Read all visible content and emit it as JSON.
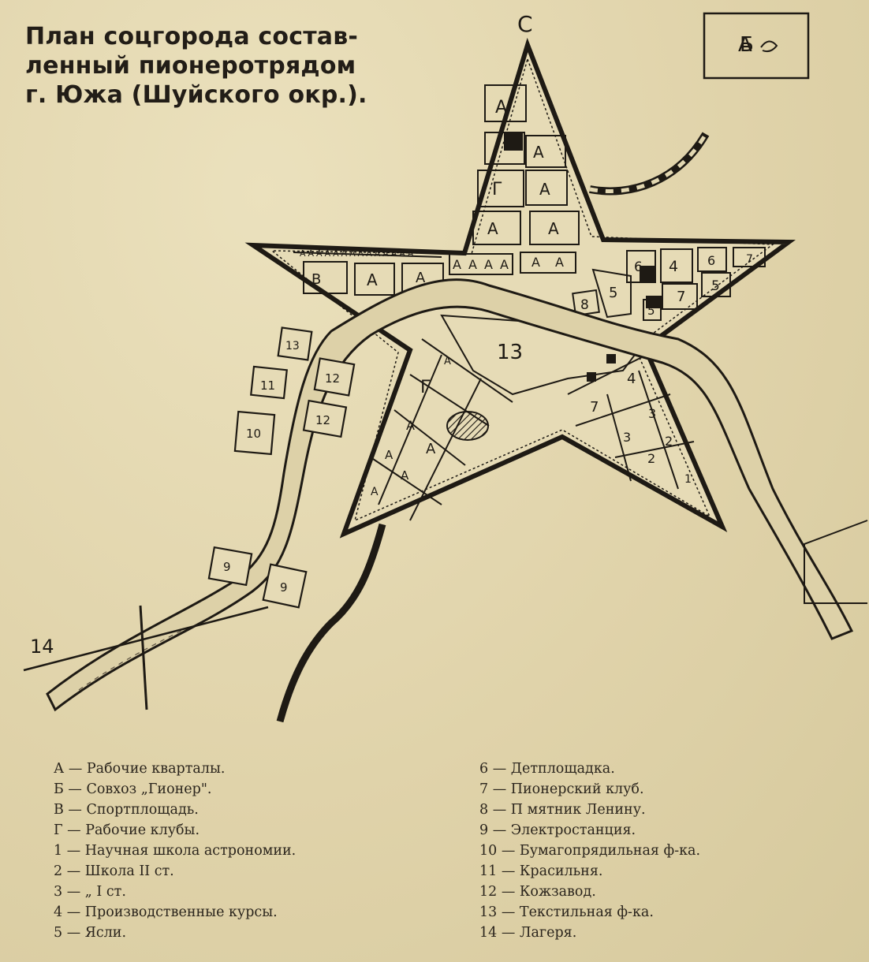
{
  "title_lines": [
    "План соцгорода состав-",
    "ленный пионеротрядом",
    "г. Южа (Шуйского окр.)."
  ],
  "compass": "С",
  "corner_box_text": "Б",
  "map_labels": {
    "worker_block": "А",
    "sports": "В",
    "clubs": "Г",
    "textile_factory": "13",
    "camps": "14",
    "power_station": "9",
    "paper_mill": "10",
    "dye_works": "11",
    "tannery": "12",
    "school_astronomy": "1",
    "school_2": "2",
    "school_1": "3",
    "courses": "4",
    "nursery": "5",
    "playground": "6",
    "pioneer_club": "7",
    "lenin_monument": "8"
  },
  "legend_left": [
    "А — Рабочие кварталы.",
    "Б — Совхоз „Гионер\".",
    "В — Спортплощадь.",
    "Г — Рабочие клубы.",
    "1 — Научная школа астрономии.",
    "2 — Школа II ст.",
    "3 —       „       I ст.",
    "4 — Производственные курсы.",
    "5 — Ясли."
  ],
  "legend_right": [
    "6 — Детплощадка.",
    "7 — Пионерский клуб.",
    "8 — П мятник Ленину.",
    "9 — Электростанция.",
    "10 — Бумагопрядильная ф-ка.",
    "11 — Красильня.",
    "12 — Кожзавод.",
    "13 — Текстильная ф-ка.",
    "14 — Лагеря."
  ],
  "colors": {
    "paper": "#e3d8b2",
    "ink": "#1e1a14"
  }
}
